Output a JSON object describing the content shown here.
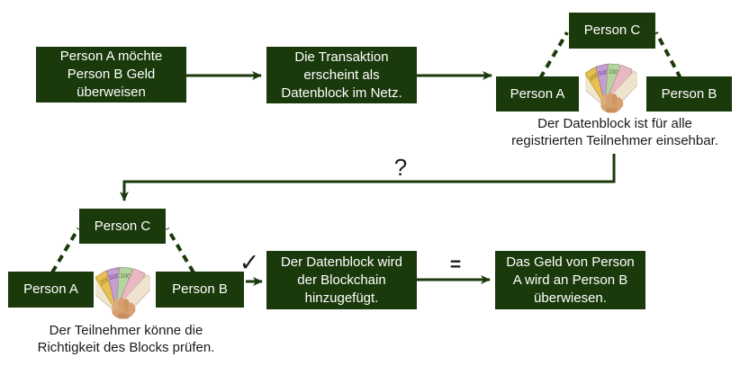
{
  "colors": {
    "dark_green": "#1a3a0c",
    "text_on_green": "#ffffff",
    "symbol_black": "#1a1a1a",
    "background": "#ffffff"
  },
  "steps": {
    "step1": [
      "Person A möchte",
      "Person B Geld",
      "überweisen"
    ],
    "step2": [
      "Die Transaktion",
      "erscheint als",
      "Datenblock im Netz."
    ],
    "step3": [
      "Der Datenblock wird",
      "der Blockchain",
      "hinzugefügt."
    ],
    "step4": [
      "Das Geld von Person",
      "A wird an Person B",
      "überwiesen."
    ]
  },
  "network_top": {
    "person_a": "Person A",
    "person_b": "Person B",
    "person_c": "Person C",
    "caption": [
      "Der Datenblock ist für alle",
      "registrierten Teilnehmer einsehbar."
    ]
  },
  "network_bottom": {
    "person_a": "Person A",
    "person_b": "Person B",
    "person_c": "Person C",
    "caption": [
      "Der Teilnehmer könne die",
      "Richtigkeit des Blocks prüfen."
    ]
  },
  "symbols": {
    "question": "?",
    "check": "✓",
    "equals": "="
  },
  "icons": {
    "money": "euro-cash-fan-icon"
  }
}
